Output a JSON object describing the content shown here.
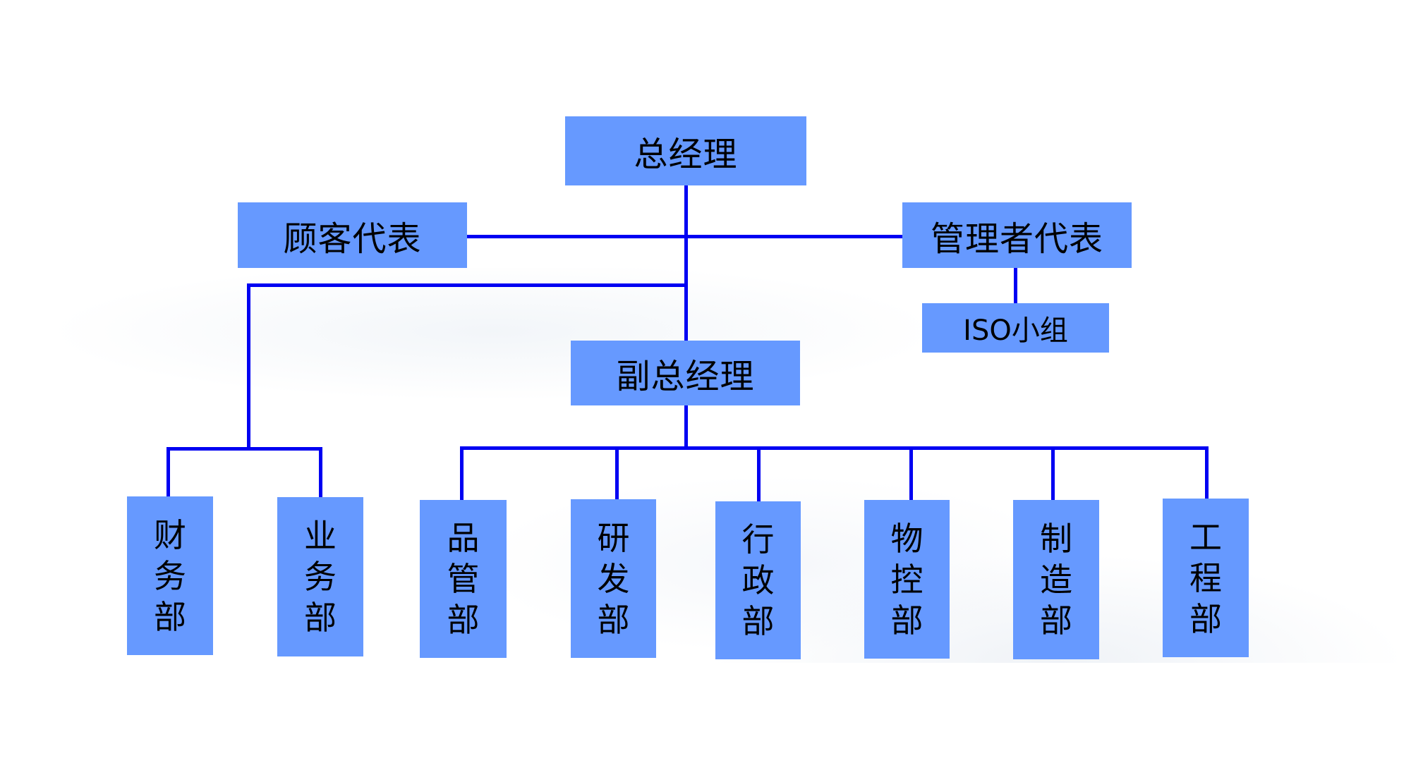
{
  "chart_title": "",
  "line_color": "#0000f2",
  "box_color": "#6699ff",
  "top": {
    "general_manager": "总经理",
    "customer_rep": "顾客代表",
    "management_rep": "管理者代表",
    "iso_group": "ISO小组",
    "deputy_general_manager": "副总经理"
  },
  "departments": [
    {
      "name": "财务部",
      "chars": [
        "财",
        "务",
        "部"
      ],
      "reports_to": "总经理"
    },
    {
      "name": "业务部",
      "chars": [
        "业",
        "务",
        "部"
      ],
      "reports_to": "总经理"
    },
    {
      "name": "品管部",
      "chars": [
        "品",
        "管",
        "部"
      ],
      "reports_to": "副总经理"
    },
    {
      "name": "研发部",
      "chars": [
        "研",
        "发",
        "部"
      ],
      "reports_to": "副总经理"
    },
    {
      "name": "行政部",
      "chars": [
        "行",
        "政",
        "部"
      ],
      "reports_to": "副总经理"
    },
    {
      "name": "物控部",
      "chars": [
        "物",
        "控",
        "部"
      ],
      "reports_to": "副总经理"
    },
    {
      "name": "制造部",
      "chars": [
        "制",
        "造",
        "部"
      ],
      "reports_to": "副总经理"
    },
    {
      "name": "工程部",
      "chars": [
        "工",
        "程",
        "部"
      ],
      "reports_to": "副总经理"
    }
  ]
}
